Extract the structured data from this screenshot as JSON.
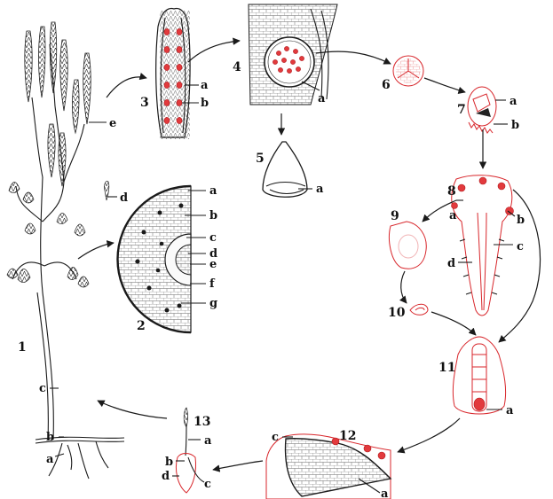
{
  "colors": {
    "ink": "#1a1a1a",
    "accent": "#e23a3d",
    "background": "#ffffff"
  },
  "stages": {
    "s1": {
      "number": "1",
      "labels": {
        "b": "b",
        "a": "a",
        "c": "c",
        "d": "d",
        "e": "e"
      }
    },
    "s2": {
      "number": "2",
      "labels": {
        "a": "a",
        "b": "b",
        "c": "c",
        "d": "d",
        "e": "e",
        "f": "f",
        "g": "g"
      }
    },
    "s3": {
      "number": "3",
      "labels": {
        "a": "a",
        "b": "b"
      }
    },
    "s4": {
      "number": "4",
      "labels": {
        "a": "a"
      }
    },
    "s5": {
      "number": "5",
      "labels": {
        "a": "a"
      }
    },
    "s6": {
      "number": "6"
    },
    "s7": {
      "number": "7",
      "labels": {
        "a": "a",
        "b": "b"
      }
    },
    "s8": {
      "number": "8",
      "labels": {
        "a": "a",
        "b": "b",
        "c": "c",
        "d": "d"
      }
    },
    "s9": {
      "number": "9"
    },
    "s10": {
      "number": "10"
    },
    "s11": {
      "number": "11",
      "labels": {
        "a": "a"
      }
    },
    "s12": {
      "number": "12",
      "labels": {
        "c": "c",
        "a": "a"
      }
    },
    "s13": {
      "number": "13",
      "labels": {
        "a": "a",
        "b": "b",
        "c": "c",
        "d": "d"
      }
    }
  }
}
